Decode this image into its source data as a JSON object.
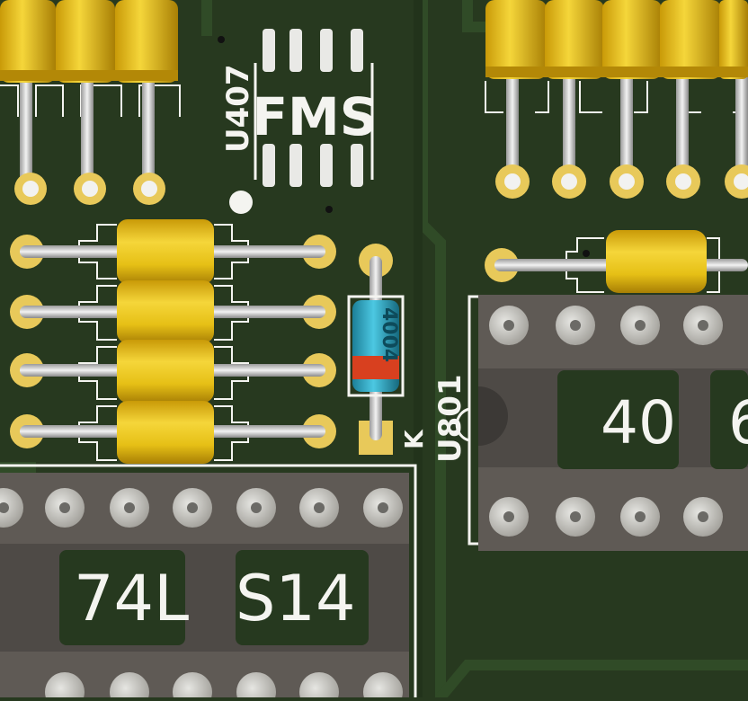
{
  "board": {
    "colors": {
      "board": "#27391f",
      "trace": "#2f4a26",
      "silkscreen": "#f4f4f0",
      "pad_gold": "#e8c95a",
      "resistor_body": "#e8c21a",
      "socket_body": "#5f5a55",
      "diode_body": "#2aa9c6",
      "diode_band": "#d8401f"
    },
    "labels": {
      "u407_ref": "U407",
      "fms_logo": "FMS",
      "diode_marking": "4004",
      "diode_cathode": "K",
      "u801_ref": "U801",
      "ic_right_partial": "40",
      "ic_right_edge": "6",
      "ic_bottom_left": "74L",
      "ic_bottom_right": "S14"
    }
  }
}
